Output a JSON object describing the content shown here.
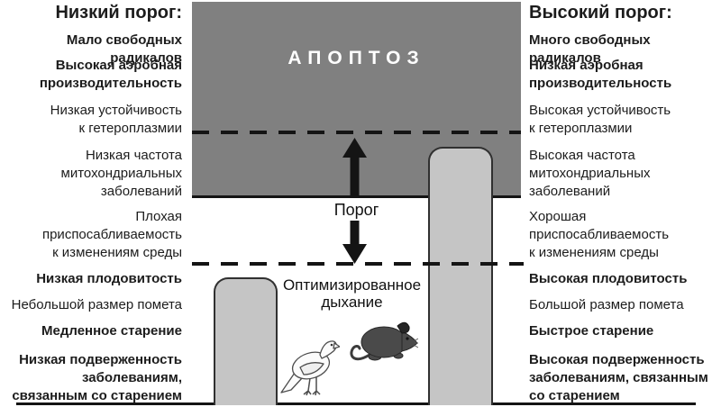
{
  "left_column": {
    "title": "Низкий порог:",
    "items": [
      {
        "text": "Мало свободных радикалов",
        "bold": true
      },
      {
        "text": "Высокая аэробная\nпроизводительность",
        "bold": true
      },
      {
        "text": "Низкая устойчивость\nк гетероплазмии",
        "bold": false
      },
      {
        "text": "Низкая частота\nмитохондриальных\nзаболеваний",
        "bold": false
      },
      {
        "text": "Плохая\nприспосабливаемость\nк изменениям среды",
        "bold": false
      },
      {
        "text": "Низкая плодовитость",
        "bold": true
      },
      {
        "text": "Небольшой размер помета",
        "bold": false
      },
      {
        "text": "Медленное старение",
        "bold": true
      },
      {
        "text": "Низкая подверженность\nзаболеваниям,\nсвязанным со старением",
        "bold": true
      }
    ]
  },
  "right_column": {
    "title": "Высокий порог:",
    "items": [
      {
        "text": "Много свободных радикалов",
        "bold": true
      },
      {
        "text": "Низкая аэробная\nпроизводительность",
        "bold": true
      },
      {
        "text": "Высокая устойчивость\nк гетероплазмии",
        "bold": false
      },
      {
        "text": "Высокая частота\nмитохондриальных\nзаболеваний",
        "bold": false
      },
      {
        "text": "Хорошая\nприспосабливаемость\nк изменениям среды",
        "bold": false
      },
      {
        "text": "Высокая плодовитость",
        "bold": true
      },
      {
        "text": "Большой размер помета",
        "bold": false
      },
      {
        "text": "Быстрое старение",
        "bold": true
      },
      {
        "text": "Высокая подверженность\nзаболеваниям, связанным\nсо старением",
        "bold": true
      }
    ]
  },
  "center": {
    "apoptosis_label": "АПОПТОЗ",
    "threshold_label": "Порог",
    "breathing_label": "Оптимизированное\nдыхание",
    "animals": [
      "pigeon",
      "rat"
    ]
  },
  "colors": {
    "apoptosis_zone": "#808080",
    "apoptosis_text": "#ffffff",
    "bar_fill": "#c5c5c5",
    "bar_border": "#303030",
    "line": "#141414"
  }
}
